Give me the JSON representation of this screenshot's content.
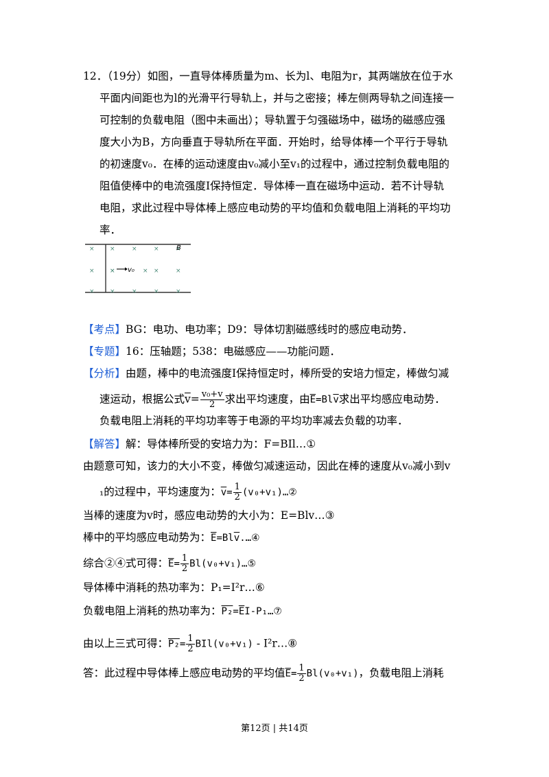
{
  "question": {
    "lines": [
      "12．（19分）如图，一直导体棒质量为m、长为l、电阻为r，其两端放在位于水",
      "平面内间距也为l的光滑平行导轨上，并与之密接；棒左侧两导轨之间连接一",
      "可控制的负载电阻（图中未画出）；导轨置于匀强磁场中，磁场的磁感应强",
      "度大小为B，方向垂直于导轨所在平面．开始时，给导体棒一个平行于导轨",
      "的初速度v₀．在棒的运动速度由v₀减小至v₁的过程中，通过控制负载电阻的",
      "阻值使棒中的电流强度I保持恒定．导体棒一直在磁场中运动．若不计导轨",
      "电阻，求此过程中导体棒上感应电动势的平均值和负载电阻上消耗的平均功",
      "率．"
    ]
  },
  "figure": {
    "b_label": "B",
    "v_label": "v₀"
  },
  "kaodian": {
    "tag": "【考点】",
    "text": "BG：电功、电功率；D9：导体切割磁感线时的感应电动势．"
  },
  "zhuanti": {
    "tag": "【专题】",
    "text": "16：压轴题；538：电磁感应——功能问题．"
  },
  "fenxi": {
    "tag": "【分析】",
    "line1": "由题，棒中的电流强度I保持恒定时，棒所受的安培力恒定，棒做匀减",
    "line2_a": "速运动，根据公式",
    "line2_v": "v",
    "line2_eq": "=",
    "line2_num": "v₀+v",
    "line2_den": "2",
    "line2_b": "求出平均速度，由",
    "line2_formula_e": "E",
    "line2_formula_mid": "=Bl",
    "line2_formula_v": "v",
    "line2_c": "求出平均感应电动势．",
    "line3": "负载电阻上消耗的平均功率等于电源的平均功率减去负载的功率．"
  },
  "jieda": {
    "tag": "【解答】",
    "l1": "解：导体棒所受的安培力为：F=BIl…①",
    "l2": "由题意可知，该力的大小不变，棒做匀减速运动，因此在棒的速度从v₀减小到v",
    "l3_a": "₁的过程中，平均速度为：",
    "l3_v": "v",
    "l3_eq": "=",
    "l3_num": "1",
    "l3_den": "2",
    "l3_b": "(v₀+v₁)…②",
    "l4": "当棒的速度为v时，感应电动势的大小为：E=Blv…③",
    "l5_a": "棒中的平均感应电动势为：",
    "l5_e": "E",
    "l5_mid": "=Bl",
    "l5_v": "v",
    "l5_b": ".…④",
    "l6_a": "综合②④式可得：",
    "l6_e": "E",
    "l6_eq": "=",
    "l6_num": "1",
    "l6_den": "2",
    "l6_b": "Bl(v₀+v₁)…⑤",
    "l7": "导体棒中消耗的热功率为：P₁=I²r…⑥",
    "l8_a": "负载电阻上消耗的热功率为：",
    "l8_p": "P₂",
    "l8_eq": "=",
    "l8_e": "E",
    "l8_b": "I-P₁…⑦",
    "l9_a": "由以上三式可得：",
    "l9_p": "P₂",
    "l9_eq": "=",
    "l9_num": "1",
    "l9_den": "2",
    "l9_b": "BIl(v₀+v₁)",
    "l9_c": " - I²r…⑧",
    "l10_a": "答：此过程中导体棒上感应电动势的平均值",
    "l10_e": "E",
    "l10_eq": "=",
    "l10_num": "1",
    "l10_den": "2",
    "l10_b": "Bl(v₀+v₁)",
    "l10_c": "，负载电阻上消耗"
  },
  "footer": {
    "text": "第12页 | 共14页"
  },
  "colors": {
    "tag": "#1f5fd6",
    "cross": "#4a8a78"
  }
}
